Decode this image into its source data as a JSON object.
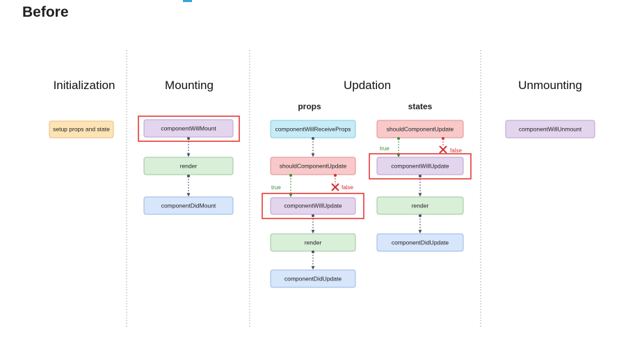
{
  "page": {
    "title": "Before"
  },
  "phases": {
    "initialization": "Initialization",
    "mounting": "Mounting",
    "updation": "Updation",
    "unmounting": "Unmounting"
  },
  "sub_headers": {
    "props": "props",
    "states": "states"
  },
  "boxes": {
    "setup": "setup props and state",
    "mount_will": "componentWillMount",
    "mount_render": "render",
    "mount_did": "componentDidMount",
    "props_receive": "componentWillReceiveProps",
    "props_should": "shouldComponentUpdate",
    "props_will": "componentWillUpdate",
    "props_render": "render",
    "props_did": "componentDidUpdate",
    "states_should": "shouldComponentUpdate",
    "states_will": "componentWillUpdate",
    "states_render": "render",
    "states_did": "componentDidUpdate",
    "unmount_will": "componentWillUnmount"
  },
  "branch_labels": {
    "true": "true",
    "false": "false"
  },
  "colors": {
    "orange": "#fde3b5",
    "purple": "#e4d5ee",
    "green": "#d9efd8",
    "blue": "#d7e6fb",
    "cyan": "#c8ecf7",
    "red": "#f9c9c9",
    "highlight": "#e53935",
    "true_green": "#3a8f3a",
    "false_red": "#d32f2f"
  }
}
